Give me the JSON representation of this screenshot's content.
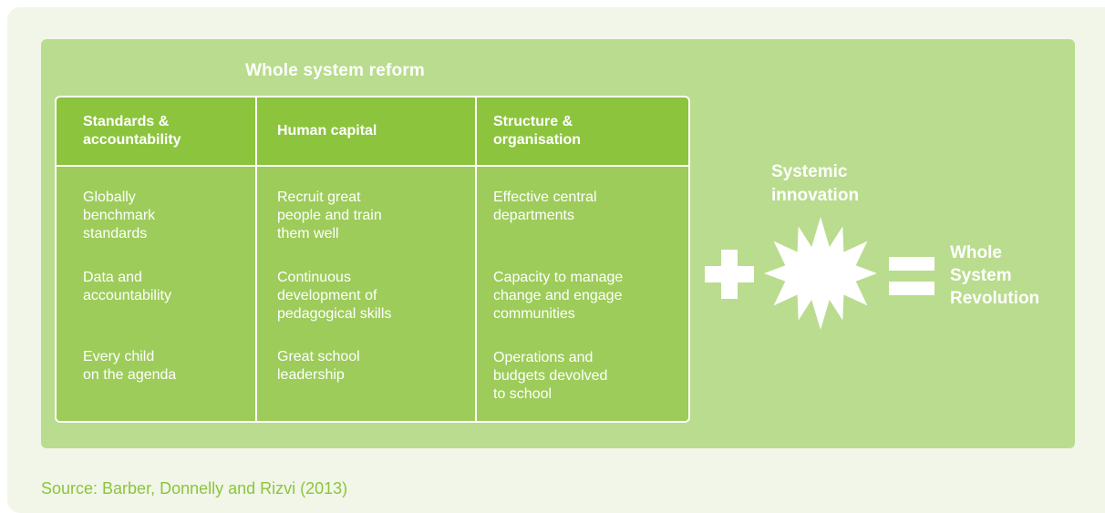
{
  "title": "Whole system reform",
  "columns": [
    {
      "header": "Standards &\naccountability",
      "items": [
        "Globally\nbenchmark\nstandards",
        "Data and\naccountability",
        "Every child\non the agenda"
      ]
    },
    {
      "header": "Human capital",
      "items": [
        "Recruit great\npeople and train\nthem well",
        "Continuous\ndevelopment of\npedagogical skills",
        "Great school\nleadership"
      ]
    },
    {
      "header": "Structure &\norganisation",
      "items": [
        "Effective central\ndepartments",
        "Capacity to manage\nchange and engage\ncommunities",
        "Operations and\nbudgets devolved\nto school"
      ]
    }
  ],
  "innovation_label": "Systemic\ninnovation",
  "result_label": "Whole\nSystem\nRevolution",
  "source": "Source: Barber, Donnelly and Rizvi (2013)",
  "colors": {
    "background": "#f1f6e8",
    "panel": "#b9dc8e",
    "header": "#8cc43e",
    "body": "#9dcc5b",
    "text": "#ffffff",
    "source_text": "#8cc43e"
  },
  "icons": [
    "plus-icon",
    "star-burst-icon",
    "equals-icon"
  ]
}
